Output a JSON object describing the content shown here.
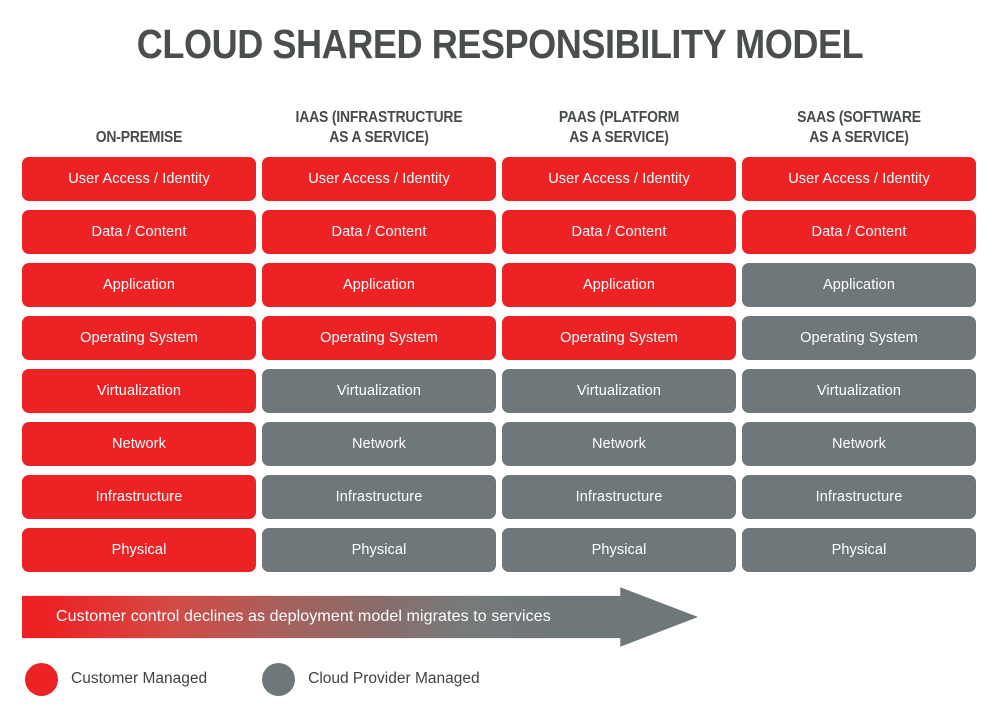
{
  "title": "CLOUD SHARED RESPONSIBILITY MODEL",
  "colors": {
    "customer_managed": "#ED2224",
    "cloud_provider_managed": "#6E7779",
    "title_text": "#4A4E4F",
    "background": "#FFFFFF"
  },
  "columns": [
    {
      "id": "on-premise",
      "line1": "ON-PREMISE",
      "line2": ""
    },
    {
      "id": "iaas",
      "line1": "IAAS (INFRASTRUCTURE",
      "line2": "AS A SERVICE)"
    },
    {
      "id": "paas",
      "line1": "PAAS (PLATFORM",
      "line2": "AS A SERVICE)"
    },
    {
      "id": "saas",
      "line1": "SAAS (SOFTWARE",
      "line2": "AS A SERVICE)"
    }
  ],
  "rows": [
    {
      "label": "User Access / Identity",
      "owners": [
        "customer",
        "customer",
        "customer",
        "customer"
      ]
    },
    {
      "label": "Data / Content",
      "owners": [
        "customer",
        "customer",
        "customer",
        "customer"
      ]
    },
    {
      "label": "Application",
      "owners": [
        "customer",
        "customer",
        "customer",
        "provider"
      ]
    },
    {
      "label": "Operating System",
      "owners": [
        "customer",
        "customer",
        "customer",
        "provider"
      ]
    },
    {
      "label": "Virtualization",
      "owners": [
        "customer",
        "provider",
        "provider",
        "provider"
      ]
    },
    {
      "label": "Network",
      "owners": [
        "customer",
        "provider",
        "provider",
        "provider"
      ]
    },
    {
      "label": "Infrastructure",
      "owners": [
        "customer",
        "provider",
        "provider",
        "provider"
      ]
    },
    {
      "label": "Physical",
      "owners": [
        "customer",
        "provider",
        "provider",
        "provider"
      ]
    }
  ],
  "arrow": {
    "text": "Customer control declines as deployment model migrates to services",
    "direction": "right",
    "gradient_from": "#ED2224",
    "gradient_to": "#6E7779"
  },
  "legend": [
    {
      "key": "customer",
      "label": "Customer Managed",
      "color": "#ED2224"
    },
    {
      "key": "provider",
      "label": "Cloud Provider Managed",
      "color": "#6E7779"
    }
  ]
}
